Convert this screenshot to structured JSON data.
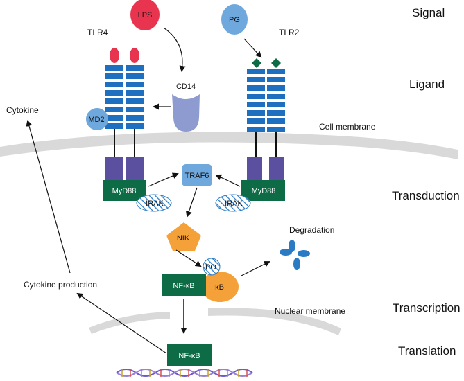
{
  "stages": {
    "signal": "Signal",
    "ligand": "Ligand",
    "transduction": "Transduction",
    "transcription": "Transcription",
    "translation": "Translation"
  },
  "labels": {
    "tlr4": "TLR4",
    "tlr2": "TLR2",
    "cytokine": "Cytokine",
    "cell_membrane": "Cell membrane",
    "nuclear_membrane": "Nuclear membrane",
    "cytokine_production": "Cytokine production",
    "degradation": "Degradation"
  },
  "molecules": {
    "lps": "LPS",
    "pg": "PG",
    "cd14": "CD14",
    "md2": "MD2",
    "myd88": "MyD88",
    "irak": "IRAK",
    "traf6": "TRAF6",
    "nik": "NIK",
    "po": "PO",
    "nfkb": "NF-κB",
    "ikb": "IκB"
  },
  "colors": {
    "lps": "#e8344e",
    "pg": "#6fa8dc",
    "receptor": "#1f6fc0",
    "receptor_base": "#5b4fa0",
    "cd14": "#8e9bd1",
    "md2": "#6fa8dc",
    "myd88": "#0d6b45",
    "traf6": "#6fa8dc",
    "nik": "#f5a13a",
    "ikb": "#f5a13a",
    "nfkb": "#0d6b45",
    "membrane": "#d9d9d9",
    "degradation": "#2a7bc4",
    "tlr2_ligand": "#0d6b45"
  }
}
